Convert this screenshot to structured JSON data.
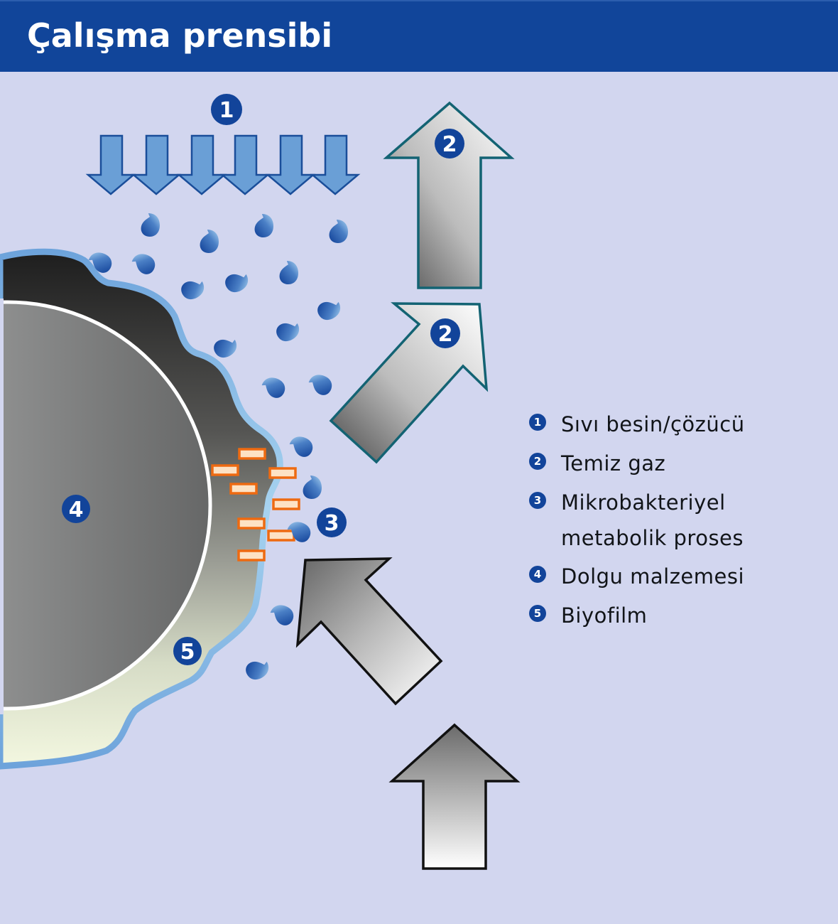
{
  "header": {
    "title": "Çalışma prensibi"
  },
  "colors": {
    "header_bg": "#11459a",
    "background": "#d2d6ef",
    "badge": "#12449a",
    "feed_arrow": "#6a9fd6",
    "clean_gas_arrow_stroke": "#136373",
    "raw_gas_arrow_stroke": "#111111",
    "microbe_stroke": "#ee6a11",
    "microbe_fill": "#fde2c4",
    "droplet": "#1c4fa0"
  },
  "badges": {
    "feed": "1",
    "clean_gas_top": "2",
    "clean_gas_diag": "2",
    "metabolism": "3",
    "packing": "4",
    "biofilm": "5"
  },
  "legend": [
    {
      "number": "1",
      "lines": [
        "Sıvı besin/çözücü"
      ]
    },
    {
      "number": "2",
      "lines": [
        "Temiz gaz"
      ]
    },
    {
      "number": "3",
      "lines": [
        "Mikrobakteriyel",
        "metabolik proses"
      ]
    },
    {
      "number": "4",
      "lines": [
        "Dolgu malzemesi"
      ]
    },
    {
      "number": "5",
      "lines": [
        "Biyofilm"
      ]
    }
  ],
  "icons": {
    "feed_arrows": "down-arrow-icon",
    "clean_gas": "up-arrow-icon",
    "raw_gas": "up-arrow-icon",
    "droplets": "droplet-icon",
    "microbes": "microbe-icon"
  }
}
